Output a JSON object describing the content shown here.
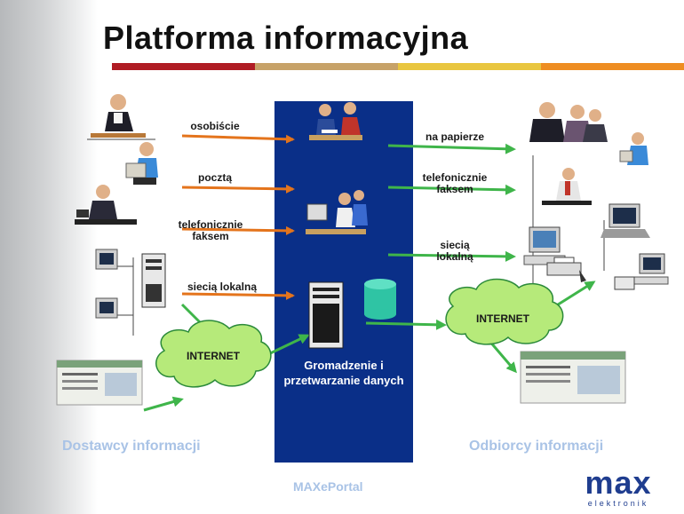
{
  "title": "Platforma informacyjna",
  "stripe_colors": [
    "#b01c24",
    "#c7a268",
    "#e9c640",
    "#ee8d22"
  ],
  "colors": {
    "panel": "#0a2f88",
    "arrow_in": "#e4741c",
    "arrow_out": "#3fb54a",
    "cloud": "#b6ea7a",
    "faded_text": "#a9c3e6"
  },
  "inputs": [
    "osobiście",
    "pocztą",
    "telefonicznie\nfaksem",
    "siecią lokalną"
  ],
  "outputs": [
    "na papierze",
    "telefonicznie\nfaksem",
    "siecią\nlokalną"
  ],
  "clouds": {
    "left": "INTERNET",
    "right": "INTERNET"
  },
  "center_text": "Gromadzenie i przetwarzanie danych",
  "left_section": "Dostawcy informacji",
  "right_section": "Odbiorcy informacji",
  "footer": "MAXePortal",
  "logo": {
    "main": "max",
    "sub": "elektronik"
  },
  "icons": [
    "person-at-desk-icon",
    "mail-courier-icon",
    "person-on-phone-icon",
    "computer-terminal-icon",
    "server-rack-icon",
    "meeting-people-icon",
    "office-workers-icon",
    "server-tower-icon",
    "database-cylinder-icon",
    "web-page-screenshot-icon",
    "business-people-icon",
    "laptop-icon",
    "printer-icon"
  ]
}
